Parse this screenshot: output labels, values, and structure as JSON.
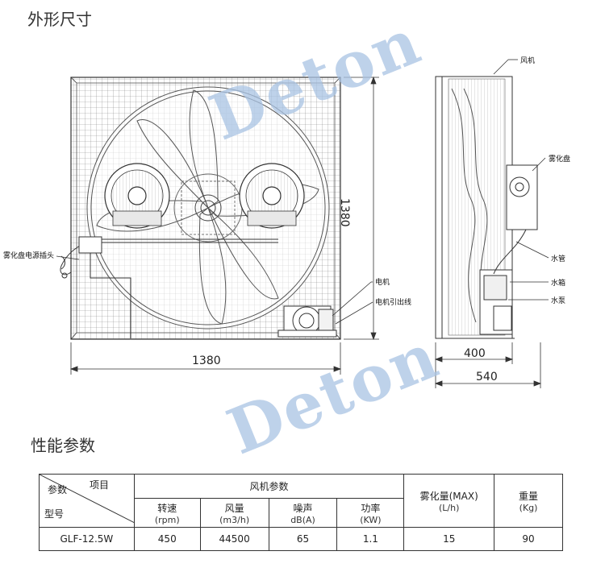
{
  "sections": {
    "dimensions_title": "外形尺寸",
    "performance_title": "性能参数"
  },
  "watermark": {
    "text": "Deton",
    "color": "#a9c3e3"
  },
  "front_view": {
    "dim_width": "1380",
    "dim_height": "1380",
    "callouts": {
      "nozzle_power_connector": "雾化盘电源插头",
      "motor": "电机",
      "motor_outlet": "电机引出线"
    }
  },
  "side_view": {
    "dim_depth_inner": "400",
    "dim_depth_outer": "540",
    "callouts": {
      "fan_frame": "风机",
      "atomizer_disk": "雾化盘",
      "water_pipe": "水管",
      "water_tank": "水箱",
      "water_pump": "水泵"
    }
  },
  "spec_table": {
    "corner_params": "参数",
    "corner_items": "项目",
    "corner_model": "型号",
    "group_fan": "风机参数",
    "group_atomize": "雾化量(MAX)",
    "group_atomize_unit": "(L/h)",
    "group_weight": "重量",
    "group_weight_unit": "(Kg)",
    "cols": [
      {
        "name": "转速",
        "unit": "(rpm)"
      },
      {
        "name": "风量",
        "unit": "(m3/h)"
      },
      {
        "name": "噪声",
        "unit": "dB(A)"
      },
      {
        "name": "功率",
        "unit": "(KW)"
      }
    ],
    "row": {
      "model": "GLF-12.5W",
      "speed": "450",
      "airflow": "44500",
      "noise": "65",
      "power": "1.1",
      "atomize": "15",
      "weight": "90"
    }
  }
}
